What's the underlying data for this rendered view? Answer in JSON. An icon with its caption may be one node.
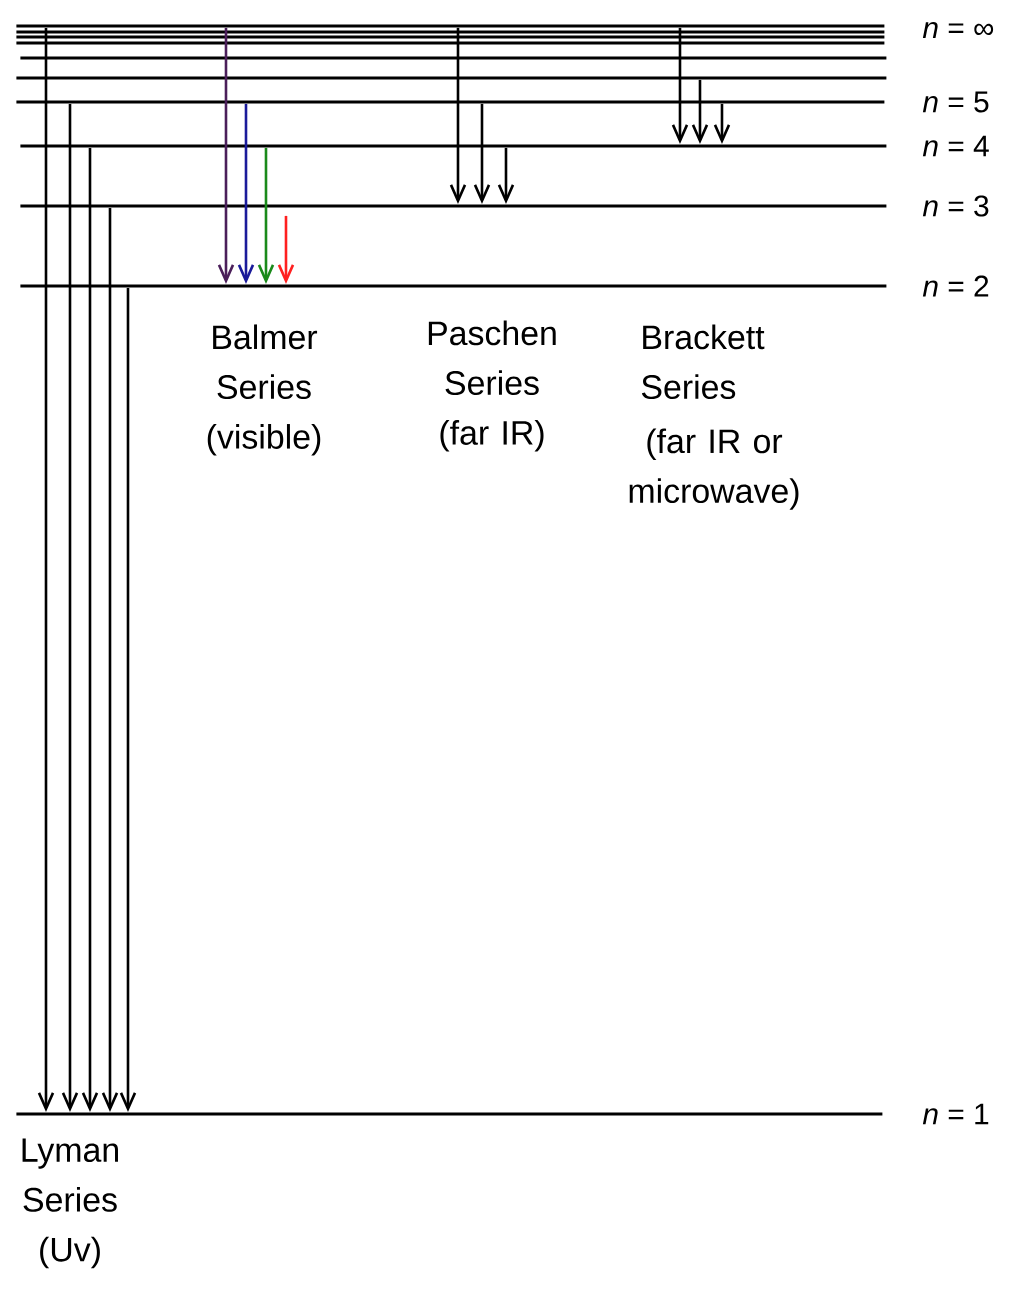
{
  "diagram": {
    "nodes": [
      {
        "text": [
          "*n* = ∞"
        ]
      },
      {
        "text": [],
        "shape": "bar"
      },
      {
        "text": [],
        "shape": "bar"
      },
      {
        "text": [],
        "shape": "bar"
      },
      {
        "text": [],
        "shape": "bar"
      },
      {
        "text": [],
        "shape": "bar"
      },
      {
        "text": [
          "*n* = 5"
        ]
      },
      {
        "text": [
          "*n* = 4"
        ]
      },
      {
        "text": [
          "*n* = 3"
        ]
      },
      {
        "text": [
          "*n* = 2"
        ]
      },
      {
        "text": [
          "*n* = 1"
        ]
      }
    ],
    "edges": [
      {
        "from": 0,
        "to": 10,
        "arrow": "to"
      },
      {
        "from": 6,
        "to": 10,
        "arrow": "to"
      },
      {
        "from": 7,
        "to": 10,
        "arrow": "to"
      },
      {
        "from": 8,
        "to": 10,
        "arrow": "to"
      },
      {
        "from": 9,
        "to": 10,
        "arrow": "to"
      },
      {
        "from": 0,
        "to": 9,
        "arrow": "to",
        "color": "#4b1f5a"
      },
      {
        "from": 6,
        "to": 9,
        "arrow": "to",
        "color": "#1a1a9a"
      },
      {
        "from": 7,
        "to": 9,
        "arrow": "to",
        "color": "#1a8a1a"
      },
      {
        "from": 8,
        "to": 9,
        "arrow": "to",
        "color": "#ff2020"
      },
      {
        "from": 0,
        "to": 8,
        "arrow": "to"
      },
      {
        "from": 6,
        "to": 8,
        "arrow": "to"
      },
      {
        "from": 7,
        "to": 8,
        "arrow": "to"
      },
      {
        "from": 0,
        "to": 7,
        "arrow": "to"
      },
      {
        "from": 5,
        "to": 7,
        "arrow": "to"
      },
      {
        "from": 6,
        "to": 7,
        "arrow": "to"
      }
    ],
    "labels": [
      "Balmer Series (visible)",
      "Paschen Series (far IR)",
      "Brackett Series",
      "(far IR or microwave)",
      "Lyman Series (Uv)"
    ]
  }
}
